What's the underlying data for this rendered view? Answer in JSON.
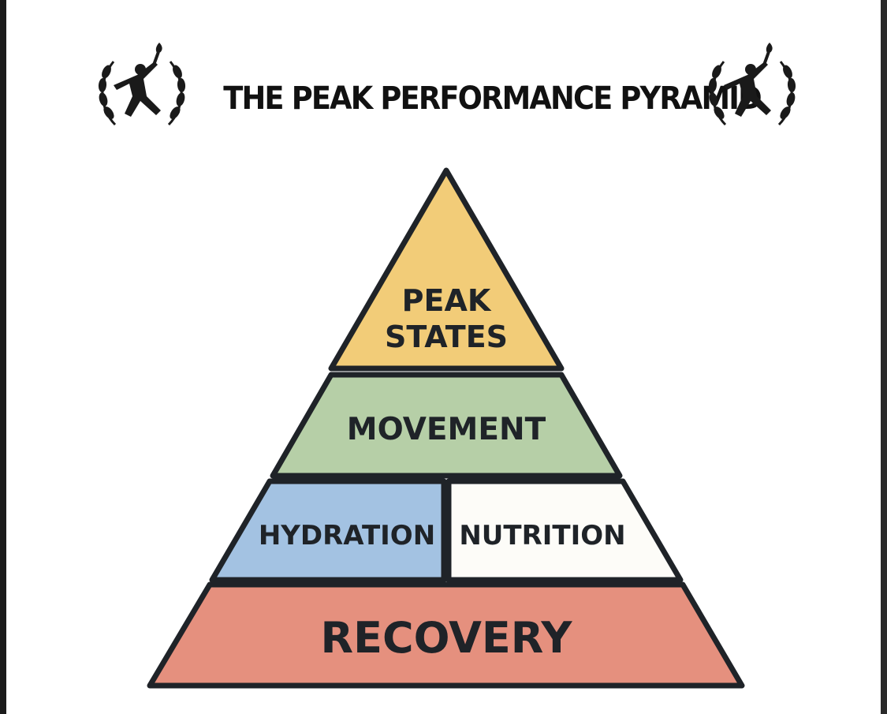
{
  "title": "THE PEAK PERFORMANCE PYRAMID",
  "emblems": {
    "left_icon": "torch-runner-laurel-emblem-icon",
    "right_icon": "torch-runner-laurel-emblem-icon"
  },
  "pyramid": {
    "tiers": [
      {
        "id": "peak",
        "lines": [
          "PEAK",
          "STATES"
        ],
        "color": "#f2cc78"
      },
      {
        "id": "movement",
        "lines": [
          "MOVEMENT"
        ],
        "color": "#b6cfa7"
      },
      {
        "id": "hydration",
        "lines": [
          "HYDRATION"
        ],
        "color": "#a3c2e2"
      },
      {
        "id": "nutrition",
        "lines": [
          "NUTRITION"
        ],
        "color": "#fdfcf8"
      },
      {
        "id": "recovery",
        "lines": [
          "RECOVERY"
        ],
        "color": "#e5907e"
      }
    ],
    "outline_color": "#1f2328"
  }
}
